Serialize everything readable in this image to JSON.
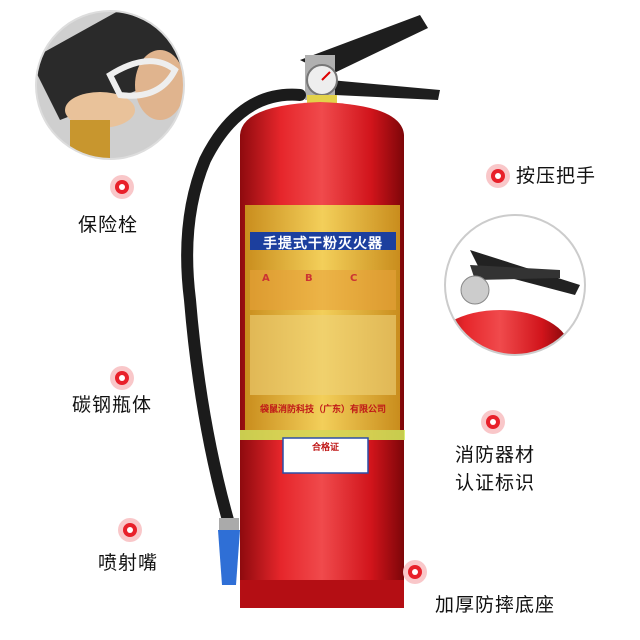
{
  "callouts": {
    "safety_pin": "保险栓",
    "press_handle": "按压把手",
    "steel_body": "碳钢瓶体",
    "cert_mark_line1": "消防器材",
    "cert_mark_line2": "认证标识",
    "nozzle": "喷射嘴",
    "base": "加厚防摔底座"
  },
  "label": {
    "title": "手提式干粉灭火器",
    "company": "袋鼠消防科技（广东）有限公司",
    "certificate": "合格证",
    "classes": [
      "A",
      "B",
      "C"
    ]
  },
  "colors": {
    "body_red": "#d8151c",
    "label_gold": "#e7b93a",
    "title_blue": "#1c3f9e",
    "dot_red": "#e8202a",
    "nozzle_blue": "#2f6fd6"
  }
}
